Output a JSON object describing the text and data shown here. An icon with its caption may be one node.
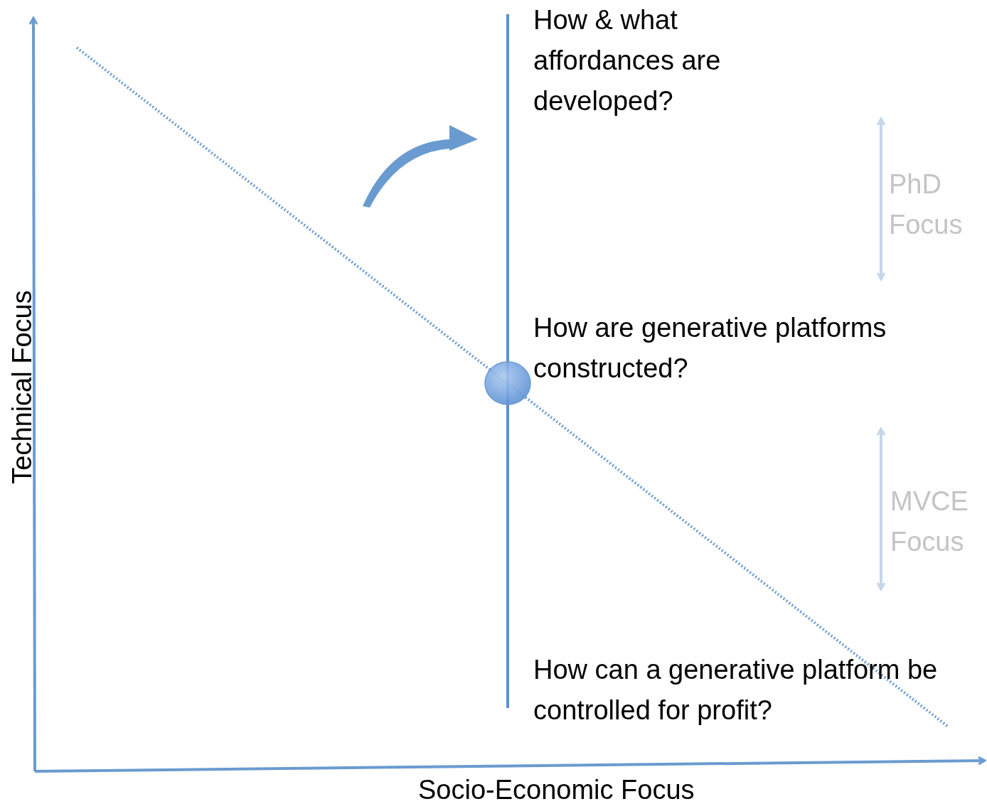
{
  "diagram": {
    "labels": [
      "How & what affordances are developed?",
      "PhD Focus",
      "How are generative platforms constructed?",
      "MVCE Focus",
      "How can a generative platform be controlled for profit?",
      "Technical Focus",
      "Socio-Economic Focus"
    ]
  }
}
